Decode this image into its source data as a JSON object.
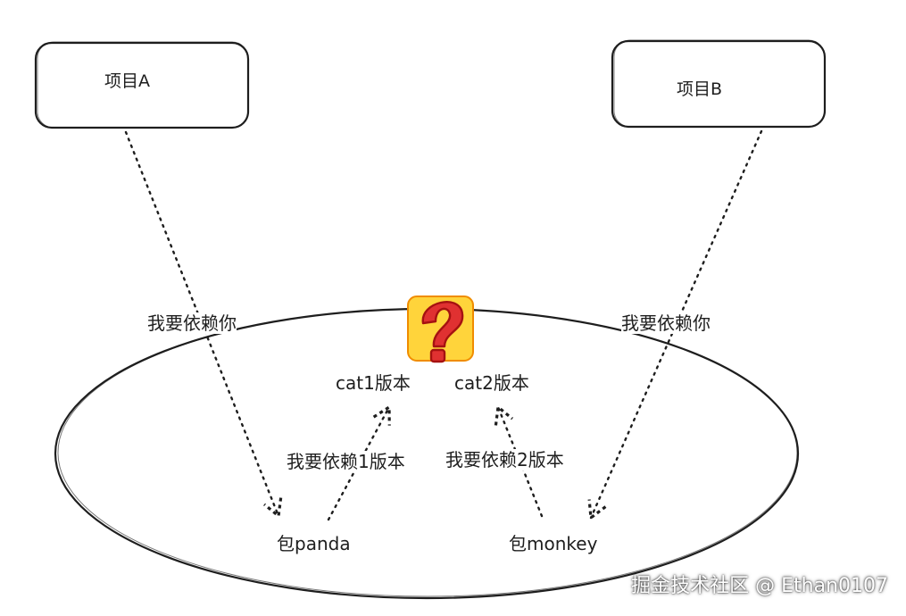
{
  "nodes": {
    "project_a": "项目A",
    "project_b": "项目B",
    "package_panda": "包panda",
    "package_monkey": "包monkey",
    "cat_v1": "cat1版本",
    "cat_v2": "cat2版本"
  },
  "edges": {
    "a_to_panda": "我要依赖你",
    "b_to_monkey": "我要依赖你",
    "panda_to_cat1": "我要依赖1版本",
    "monkey_to_cat2": "我要依赖2版本"
  },
  "icons": {
    "conflict": "question-mark-icon"
  },
  "watermark": "掘金技术社区 @ Ethan0107",
  "colors": {
    "stroke": "#1e1e1e",
    "question_fill": "#e03131",
    "question_bg": "#ffd43b"
  }
}
